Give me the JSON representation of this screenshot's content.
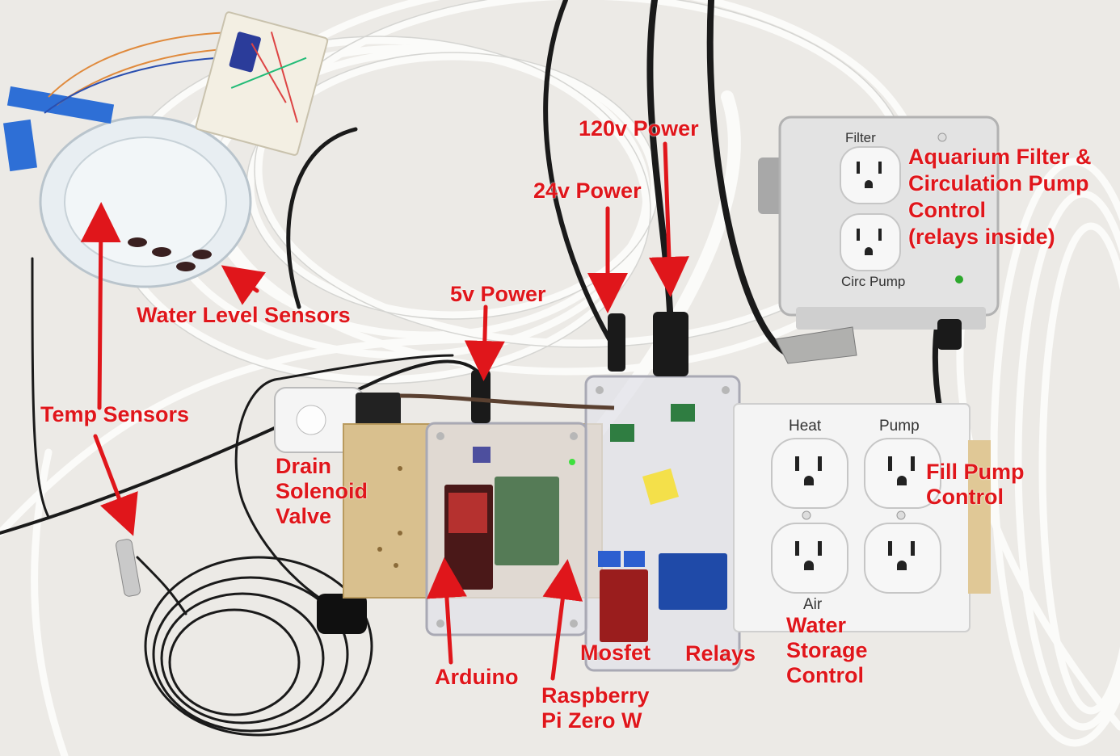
{
  "labels": {
    "water_level_sensors": "Water Level Sensors",
    "temp_sensors": "Temp Sensors",
    "drain_valve": "Drain\nSolenoid\nValve",
    "five_v_power": "5v Power",
    "twenty_four_v_power": "24v Power",
    "one_twenty_v_power": "120v Power",
    "aquarium_control": "Aquarium Filter &\nCirculation Pump\nControl\n(relays inside)",
    "fill_pump_control": "Fill Pump\nControl",
    "water_storage_control": "Water\nStorage\nControl",
    "arduino": "Arduino",
    "raspberry_pi": "Raspberry\nPi Zero W",
    "mosfet": "Mosfet",
    "relays": "Relays"
  },
  "outlet_labels": {
    "filter": "Filter",
    "circ_pump": "Circ Pump",
    "heat": "Heat",
    "pump": "Pump",
    "air": "Air"
  },
  "colors": {
    "annotation": "#e0161b",
    "background": "#eceae6",
    "cable_white": "#f7f7f5",
    "cable_black": "#1a1a1a",
    "wood": "#d9c08e",
    "box_gray": "#dcdcdc"
  }
}
